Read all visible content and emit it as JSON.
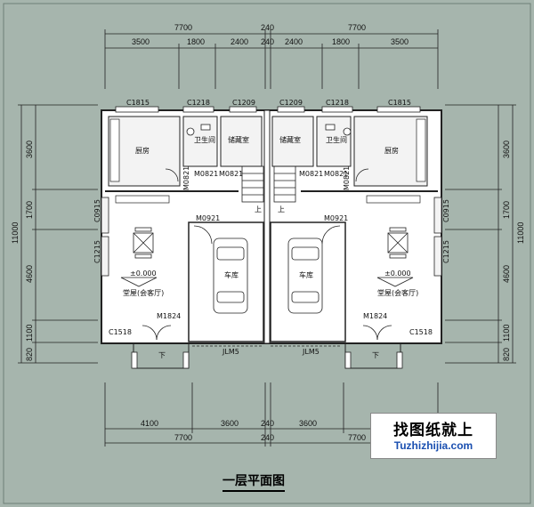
{
  "title": "一层平面图",
  "watermark": {
    "cn": "找图纸就上",
    "en": "Tuzhizhijia.com"
  },
  "top_dims": {
    "overall": [
      "7700",
      "240",
      "7700"
    ],
    "segments": [
      "3500",
      "1800",
      "2400",
      "240",
      "2400",
      "1800",
      "3500"
    ]
  },
  "bottom_dims": {
    "segments": [
      "4100",
      "3600",
      "240",
      "3600"
    ],
    "overall": [
      "7700",
      "240",
      "7700"
    ]
  },
  "side_dims": {
    "segments": [
      "3600",
      "1700",
      "4600",
      "1100",
      "820"
    ],
    "overall": "11000"
  },
  "windows": {
    "c1815": "C1815",
    "c1218": "C1218",
    "c1209": "C1209",
    "c0915": "C0915",
    "c1215": "C1215",
    "c1518": "C1518"
  },
  "doors": {
    "m0821": "M0821",
    "m0921": "M0921",
    "m1824": "M1824",
    "jlm5": "JLM5"
  },
  "rooms": {
    "kitchen": "厨房",
    "bath": "卫生间",
    "storage": "储藏室",
    "garage": "车库",
    "living": "堂屋(会客厅)",
    "elevation": "±0.000",
    "up": "上",
    "down": "下"
  }
}
